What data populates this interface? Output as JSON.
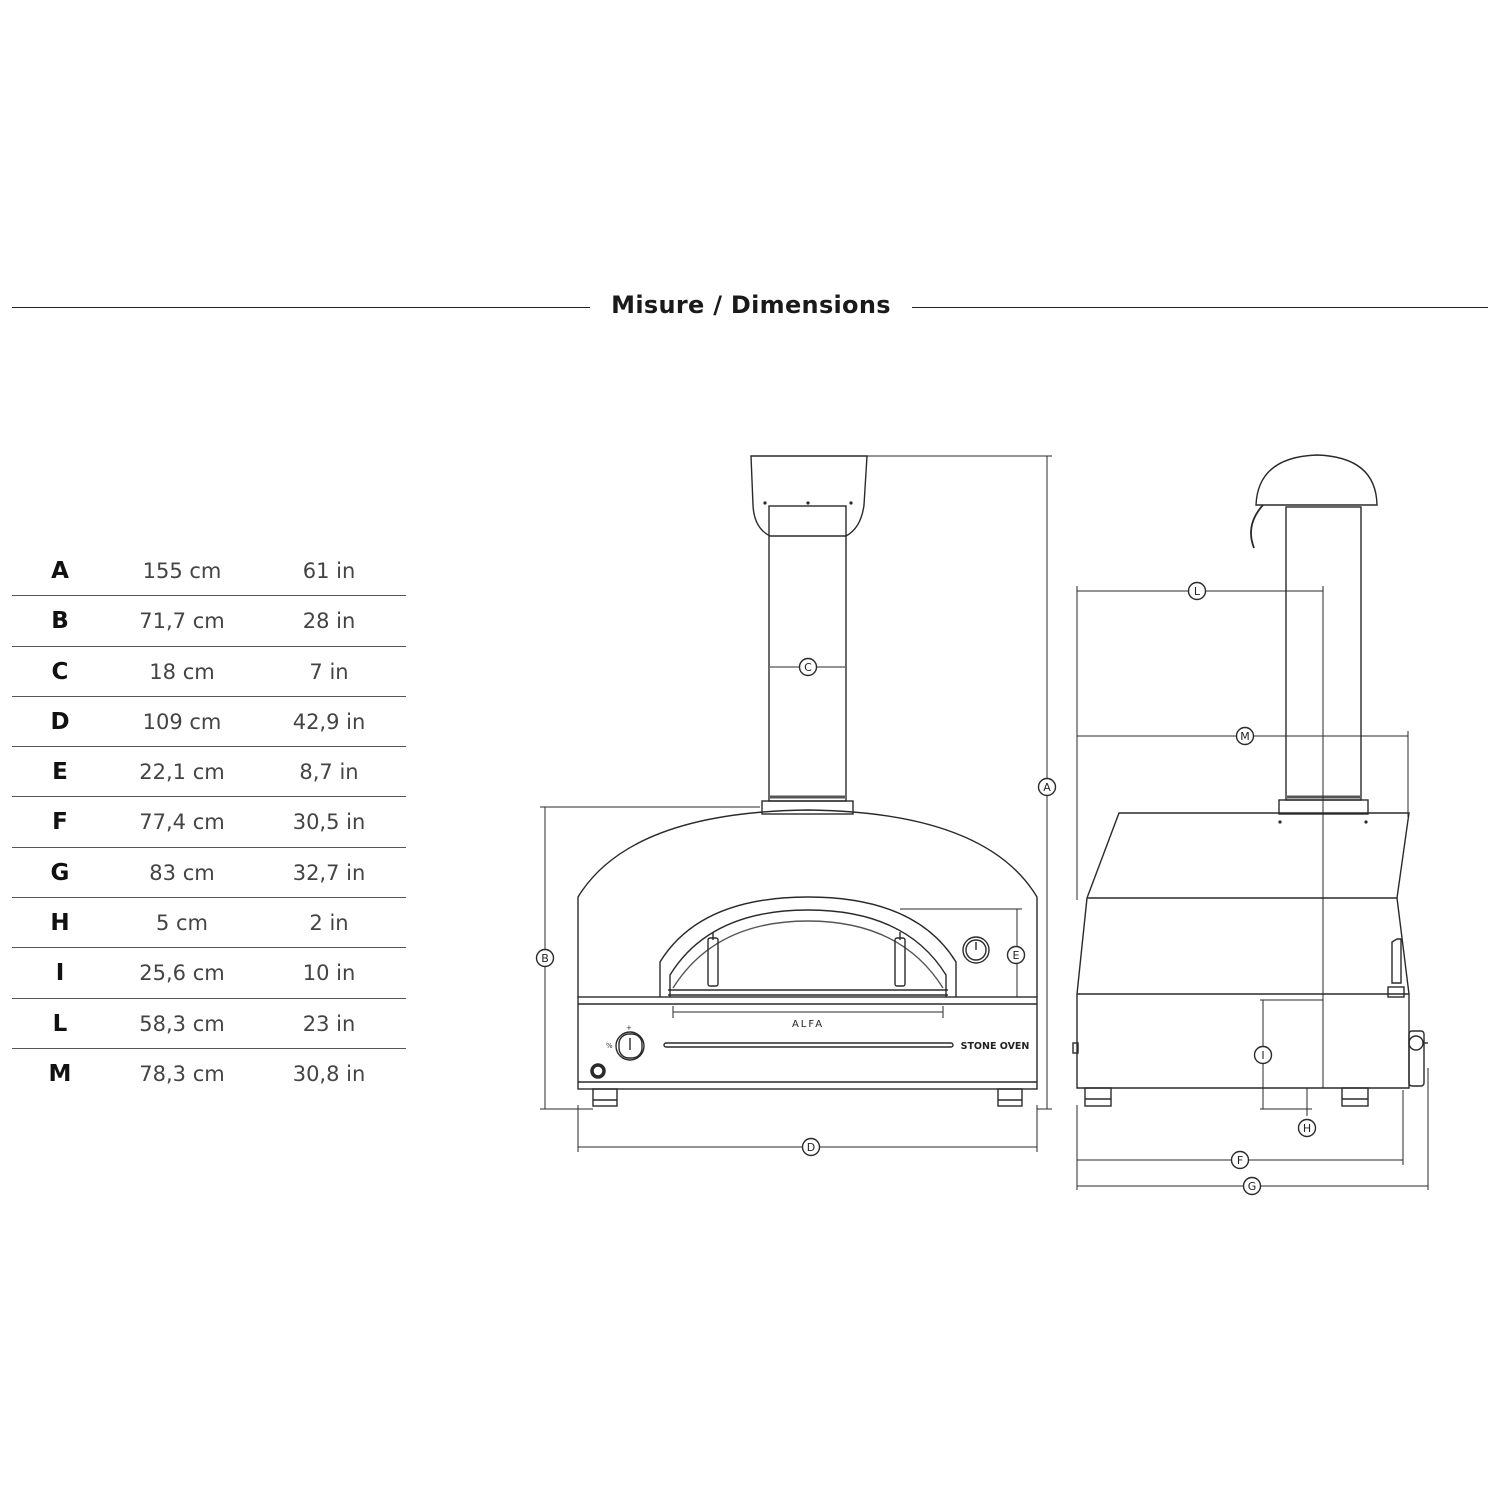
{
  "header": {
    "title": "Misure / Dimensions"
  },
  "dimensions": [
    {
      "key": "A",
      "cm": "155 cm",
      "in": "61 in"
    },
    {
      "key": "B",
      "cm": "71,7 cm",
      "in": "28 in"
    },
    {
      "key": "C",
      "cm": "18 cm",
      "in": "7 in"
    },
    {
      "key": "D",
      "cm": "109 cm",
      "in": "42,9 in"
    },
    {
      "key": "E",
      "cm": "22,1 cm",
      "in": "8,7 in"
    },
    {
      "key": "F",
      "cm": "77,4 cm",
      "in": "30,5 in"
    },
    {
      "key": "G",
      "cm": "83 cm",
      "in": "32,7 in"
    },
    {
      "key": "H",
      "cm": "5 cm",
      "in": "2 in"
    },
    {
      "key": "I",
      "cm": "25,6 cm",
      "in": "10 in"
    },
    {
      "key": "L",
      "cm": "58,3 cm",
      "in": "23 in"
    },
    {
      "key": "M",
      "cm": "78,3 cm",
      "in": "30,8 in"
    }
  ],
  "drawing": {
    "brand_label": "ALFA",
    "model_label": "STONE OVEN",
    "dial_markings": [
      "%",
      "+"
    ],
    "markers": {
      "A": "A",
      "B": "B",
      "C": "C",
      "D": "D",
      "E": "E",
      "F": "F",
      "G": "G",
      "H": "H",
      "I": "I",
      "L": "L",
      "M": "M"
    }
  }
}
